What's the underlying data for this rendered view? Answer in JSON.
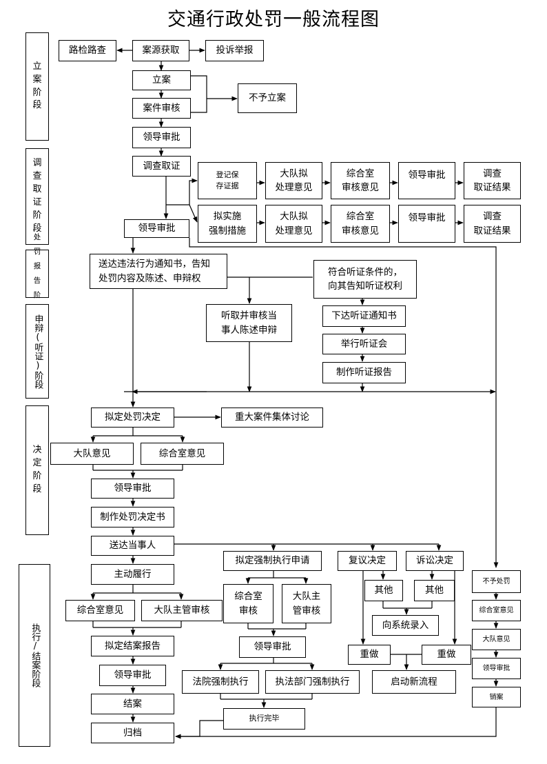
{
  "title": "交通行政处罚一般流程图",
  "stages": {
    "s1": "立\n案\n阶\n段",
    "s2": "调\n查\n取\n证\n阶\n段",
    "s3": "处 罚\n报 告\n阶段",
    "s4": "申辩(听证)阶段",
    "s5": "决\n定\n阶\n段",
    "s6": "执行/结案阶段"
  },
  "boxes": {
    "lujian": "路检路查",
    "anyuan": "案源获取",
    "tousu": "投诉举报",
    "lian": "立案",
    "anjian": "案件审核",
    "buyu": "不予立案",
    "lingdao1": "领导审批",
    "diaocha": "调查取证",
    "dengji": "登记保\n存证据",
    "daduini1": "大队拟\n处理意见",
    "zongshen1": "综合室\n审核意见",
    "lingdao_r1": "领导审批",
    "jieguo1": "调查\n取证结果",
    "nishishi": "拟实施\n强制措施",
    "daduini2": "大队拟\n处理意见",
    "zongyi2": "综合室\n审核意见",
    "lingdao_r2": "领导审批",
    "jieguo2": "调查\n取证结果",
    "lingdao2": "领导审批",
    "songda_tz": "送达违法行为通知书，告知\n处罚内容及陈述、申辩权",
    "fuhe": "符合听证条件的，\n向其告知听证权利",
    "tingqu": "听取并审核当\n事人陈述申辩",
    "xiada": "下达听证通知书",
    "juxing": "举行听证会",
    "zhizuo_bg": "制作听证报告",
    "niding": "拟定处罚决定",
    "zhongda": "重大案件集体讨论",
    "dadui_yj": "大队意见",
    "zonghe_yj": "综合室意见",
    "lingdao3": "领导审批",
    "zhizuo_jd": "制作处罚决定书",
    "songda_dsr": "送达当事人",
    "zhudong": "主动履行",
    "zonghe_yj2": "综合室意见",
    "dadui_zg": "大队主管审核",
    "niding_ja": "拟定结案报告",
    "lingdao4": "领导审批",
    "jiean": "结案",
    "guidang": "归档",
    "niding_qz": "拟定强制执行申请",
    "zonghe_sh": "综合室\n审核",
    "dadui_zg2": "大队主\n管审核",
    "lingdao5": "领导审批",
    "fayuan": "法院强制执行",
    "zhifa": "执法部门强制执行",
    "zhixing_wb": "执行完毕",
    "fuyi": "复议决定",
    "susong": "诉讼决定",
    "qita1": "其他",
    "qita2": "其他",
    "xiangxitong": "向系统录入",
    "chongzuo1": "重做",
    "chongzuo2": "重做",
    "qidong": "启动新流程",
    "buyu_cf": "不予处罚",
    "zonghe_yj3": "综合室意见",
    "dadui_yj3": "大队意见",
    "lingdao6": "领导审批",
    "xiaoan": "销案"
  }
}
